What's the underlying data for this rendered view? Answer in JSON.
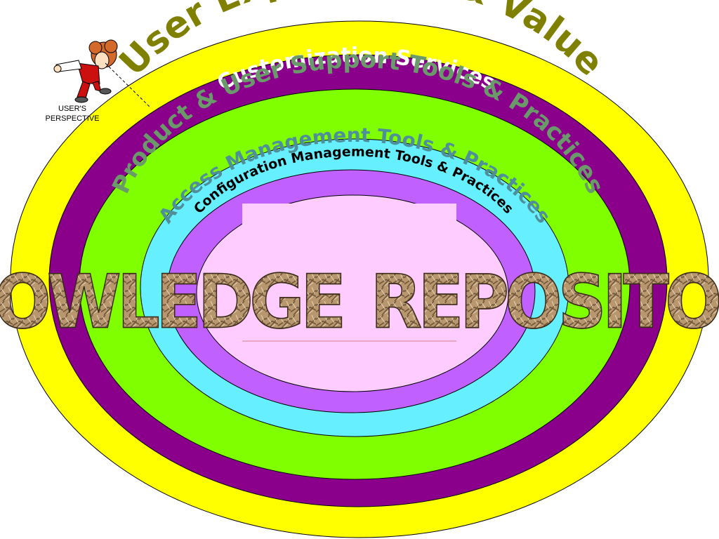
{
  "rings": [
    {
      "id": "outer",
      "label": "User Experience & Value",
      "fill": "#ffff00",
      "text_color": "#808000"
    },
    {
      "id": "purple",
      "label": "Customization Services",
      "fill": "#8b008b",
      "text_color": "#ffffff"
    },
    {
      "id": "green",
      "label": "Product & User Support Tools & Practices",
      "fill": "#80ff00",
      "text_color": "#6a9a6a"
    },
    {
      "id": "cyan",
      "label": "Access Management Tools  & Practices",
      "fill": "#66f0ff",
      "text_color": "#4f8f9a"
    },
    {
      "id": "violet",
      "label": "Configuration Management Tools & Practices",
      "fill": "#c060ff",
      "text_color": "#000000"
    },
    {
      "id": "core",
      "label": "",
      "fill": "#ffccff",
      "text_color": "#000000"
    }
  ],
  "side_words": {
    "left": "KNOWLEDGE",
    "right": "REPOSITORY",
    "color": "#a88c6a"
  },
  "viewer": {
    "caption_line1": "USER'S",
    "caption_line2": "PERSPECTIVE",
    "icon": "user-figure-icon"
  }
}
